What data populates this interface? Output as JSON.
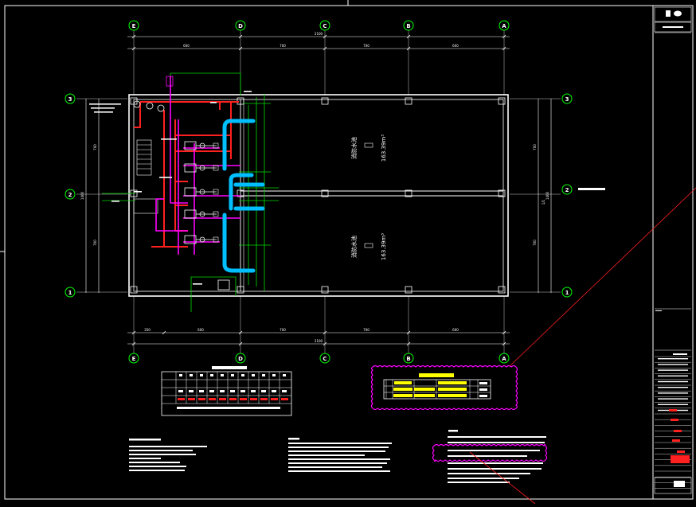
{
  "drawing": {
    "axes_top": [
      "E",
      "D",
      "C",
      "B",
      "A"
    ],
    "axes_bottom": [
      "E",
      "D",
      "C",
      "B",
      "A"
    ],
    "axes_left": [
      "3",
      "2",
      "1"
    ],
    "axes_right": [
      "3",
      "2",
      "1"
    ],
    "dims_top_overall": "2100",
    "dims_top_segments": [
      "600",
      "700",
      "700",
      "600"
    ],
    "dims_bottom_overall": "2100",
    "dims_bottom_segments": [
      "350",
      "600",
      "700",
      "700",
      "600"
    ],
    "dims_left_overall": "1400",
    "dims_left_segments": [
      "700",
      "700"
    ],
    "dims_right_overall": "1400",
    "dims_right_segments": [
      "700",
      "700"
    ],
    "room_upper_name": "消防水池",
    "room_upper_volume": "163.39m³",
    "room_lower_name": "消防水池",
    "room_lower_volume": "163.39m³",
    "right_ref_text": "1/1"
  },
  "colors": {
    "background": "#000000",
    "border": "#ffffff",
    "red_pipe": "#ff2020",
    "magenta_pipe": "#ff00ff",
    "cyan_pipe": "#00bfff",
    "green_line": "#00dd00",
    "yellow_highlight": "#ffff00",
    "axis_bubble": "#00ff00"
  }
}
